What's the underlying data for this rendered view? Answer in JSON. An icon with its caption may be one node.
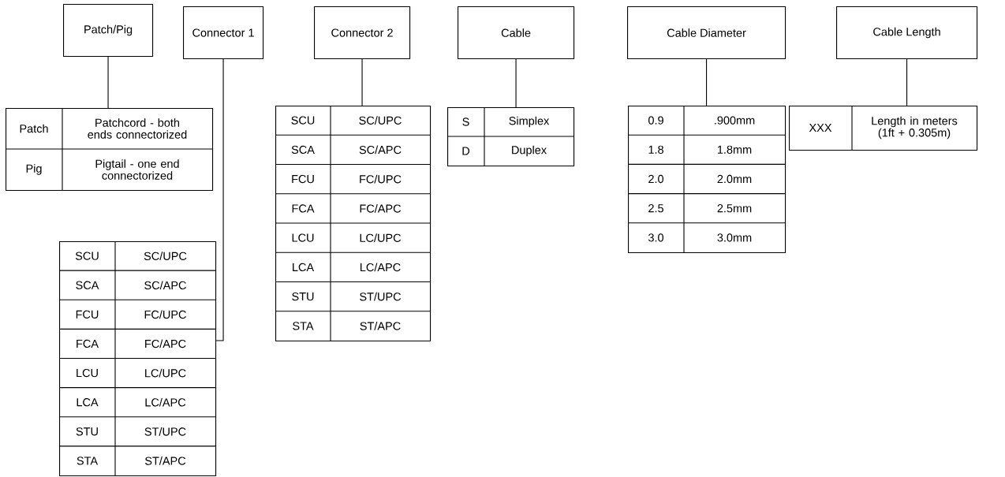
{
  "diagram": {
    "nodes": [
      {
        "text": [
          "Patch/Pig"
        ]
      },
      {
        "text": [
          "Patch",
          "Patchcord - both ends connectorized",
          "Pig",
          "Pigtail - one end connectorized"
        ]
      },
      {
        "text": [
          "Connector 1"
        ]
      },
      {
        "text": [
          "SCU",
          "SC/UPC",
          "SCA",
          "SC/APC",
          "FCU",
          "FC/UPC",
          "FCA",
          "FC/APC",
          "LCU",
          "LC/UPC",
          "LCA",
          "LC/APC",
          "STU",
          "ST/UPC",
          "STA",
          "ST/APC"
        ]
      },
      {
        "text": [
          "Connector 2"
        ]
      },
      {
        "text": [
          "SCU",
          "SC/UPC",
          "SCA",
          "SC/APC",
          "FCU",
          "FC/UPC",
          "FCA",
          "FC/APC",
          "LCU",
          "LC/UPC",
          "LCA",
          "LC/APC",
          "STU",
          "ST/UPC",
          "STA",
          "ST/APC"
        ]
      },
      {
        "text": [
          "Cable"
        ]
      },
      {
        "text": [
          "S",
          "Simplex",
          "D",
          "Duplex"
        ]
      },
      {
        "text": [
          "Cable Diameter"
        ]
      },
      {
        "text": [
          "0.9",
          ".900mm",
          "1.8",
          "1.8mm",
          "2.0",
          "2.0mm",
          "2.5",
          "2.5mm",
          "3.0",
          "3.0mm"
        ]
      },
      {
        "text": [
          "Cable Length"
        ]
      },
      {
        "text": [
          "XXX",
          "Length in meters (1ft + 0.305m)"
        ]
      }
    ],
    "edges": [
      {
        "from": 0,
        "to": 1,
        "arrow": "none"
      },
      {
        "from": 2,
        "to": 3,
        "arrow": "none"
      },
      {
        "from": 4,
        "to": 5,
        "arrow": "none"
      },
      {
        "from": 6,
        "to": 7,
        "arrow": "none"
      },
      {
        "from": 8,
        "to": 9,
        "arrow": "none"
      },
      {
        "from": 10,
        "to": 11,
        "arrow": "none"
      }
    ]
  }
}
